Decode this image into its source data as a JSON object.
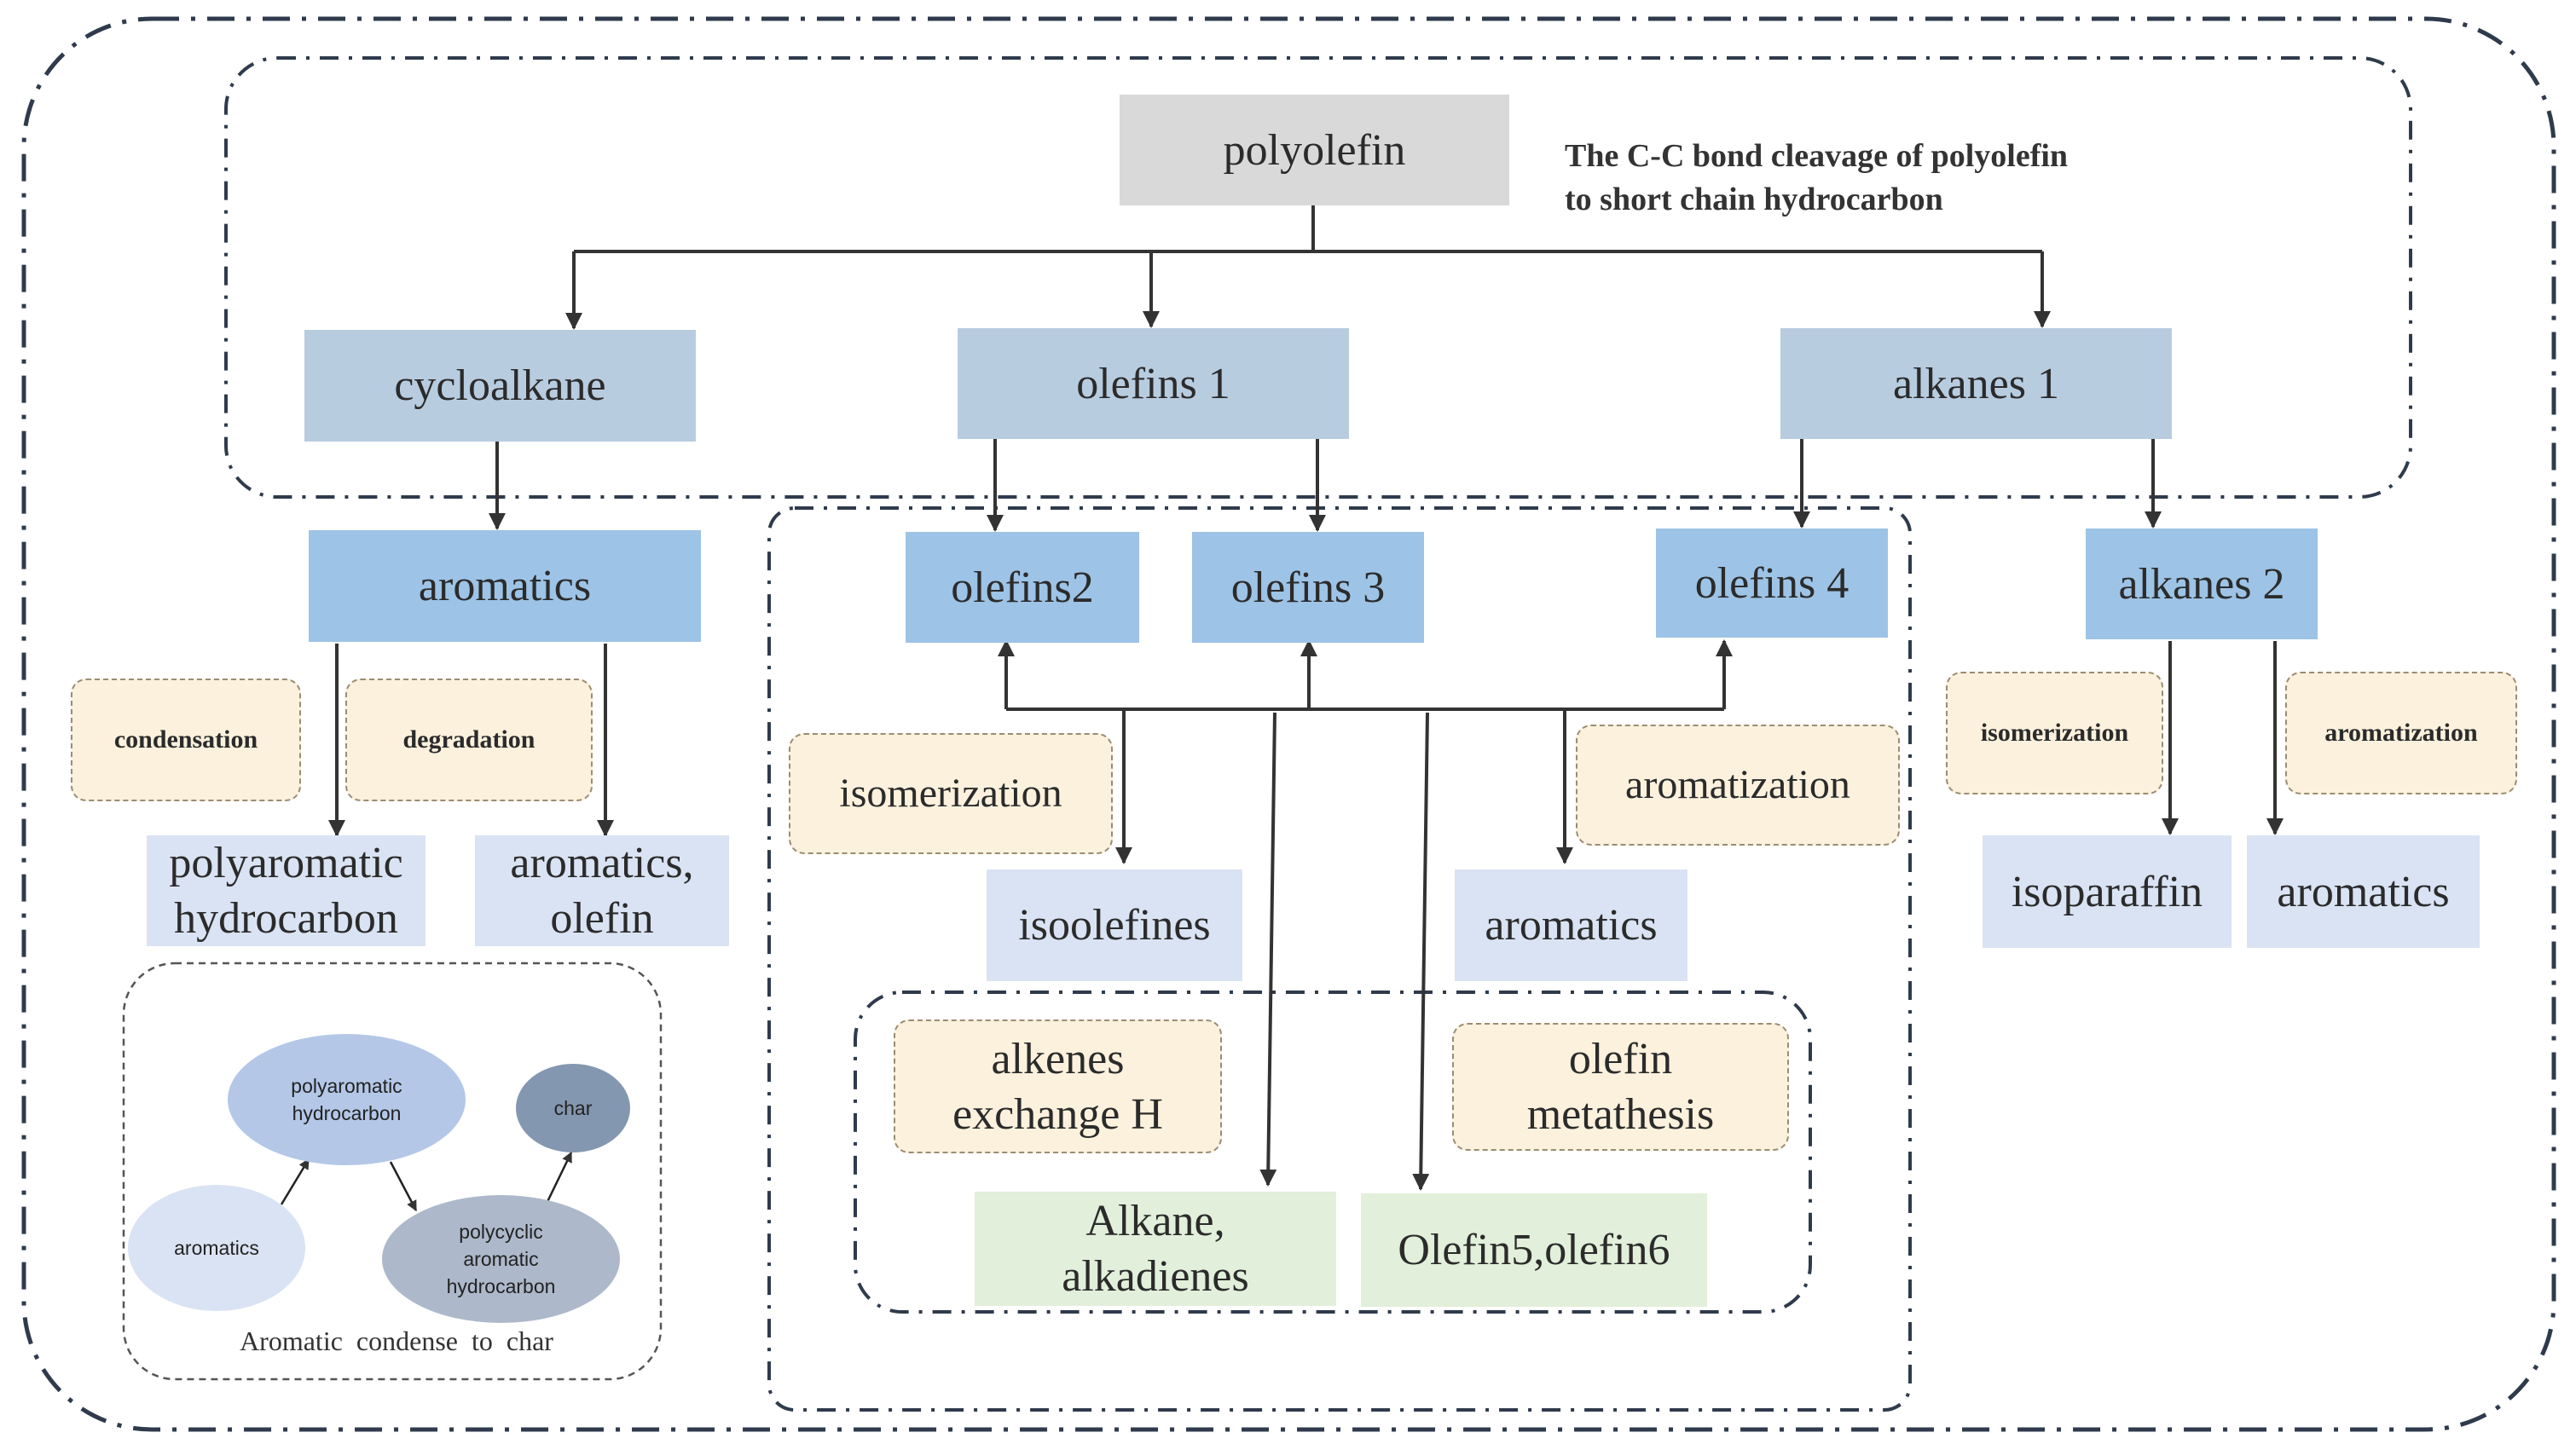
{
  "top_note": "The C-C bond cleavage  of polyolefin\nto short chain hydrocarbon",
  "nodes": {
    "polyolefin": "polyolefin",
    "cycloalkane": "cycloalkane",
    "olefins1": "olefins 1",
    "alkanes1": "alkanes 1",
    "aromatics_main": "aromatics",
    "olefins2": "olefins2",
    "olefins3": "olefins 3",
    "olefins4": "olefins 4",
    "alkanes2": "alkanes 2",
    "condensation": "condensation",
    "degradation": "degradation",
    "polyaromatic": "polyaromatic\nhydrocarbon",
    "aromatics_olefin": "aromatics,\nolefin",
    "isomerization_mid": "isomerization",
    "aromatization_mid": "aromatization",
    "isoolefines": "isoolefines",
    "aromatics_mid": "aromatics",
    "isomerization_right": "isomerization",
    "aromatization_right": "aromatization",
    "isoparaffin": "isoparaffin",
    "aromatics_right": "aromatics",
    "alkenes_exchange": "alkenes\nexchange H",
    "olefin_metathesis": "olefin\nmetathesis",
    "alkane_alkadienes": "Alkane,\nalkadienes",
    "olefin56": "Olefin5,olefin6"
  },
  "inset": {
    "polyaromatic": "polyaromatic\nhydrocarbon",
    "char": "char",
    "aromatics": "aromatics",
    "polycyclic": "polycyclic\naromatic\nhydrocarbon",
    "caption": "Aromatic  condense  to  char"
  },
  "colors": {
    "gray_box": "#d9d9d9",
    "light_blue_box": "#b8cce0",
    "blue_box": "#9dc3e6",
    "pale_box": "#dae3f3",
    "green_box": "#e2efda",
    "tan_box": "#fbf1dd",
    "line": "#333333"
  }
}
